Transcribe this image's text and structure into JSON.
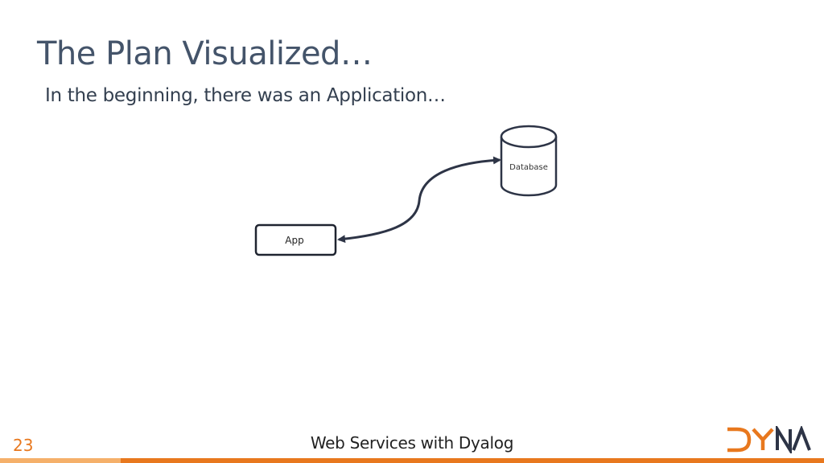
{
  "slide": {
    "title": "The Plan Visualized…",
    "subtitle": "In the beginning, there was an Application…",
    "footer": "Web Services with Dyalog",
    "page_number": "23",
    "logo_text": "DYNA"
  },
  "diagram": {
    "nodes": [
      {
        "id": "app",
        "label": "App",
        "shape": "rounded-rectangle"
      },
      {
        "id": "database",
        "label": "Database",
        "shape": "cylinder"
      }
    ],
    "edges": [
      {
        "from": "app",
        "to": "database",
        "direction": "bidirectional"
      }
    ]
  },
  "colors": {
    "title": "#44546a",
    "outline": "#2d3446",
    "accent": "#e8781e"
  }
}
